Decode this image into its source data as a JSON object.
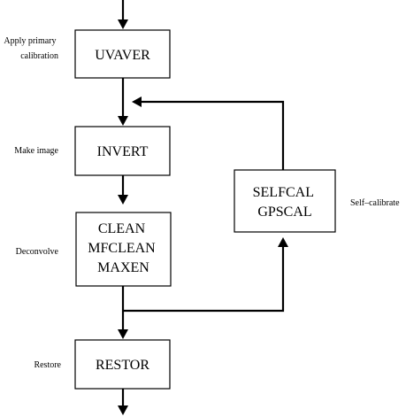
{
  "steps": {
    "uvaver": {
      "lines": [
        "UVAVER"
      ],
      "label_lines": [
        "Apply primary",
        "calibration"
      ]
    },
    "invert": {
      "lines": [
        "INVERT"
      ],
      "label_lines": [
        "Make image"
      ]
    },
    "clean": {
      "lines": [
        "CLEAN",
        "MFCLEAN",
        "MAXEN"
      ],
      "label_lines": [
        "Deconvolve"
      ]
    },
    "restor": {
      "lines": [
        "RESTOR"
      ],
      "label_lines": [
        "Restore"
      ]
    },
    "selfcal": {
      "lines": [
        "SELFCAL",
        "GPSCAL"
      ],
      "label_lines": [
        "Self–calibrate"
      ]
    }
  },
  "colors": {
    "line": "#000000",
    "box_fill": "#ffffff",
    "background": "#ffffff"
  }
}
